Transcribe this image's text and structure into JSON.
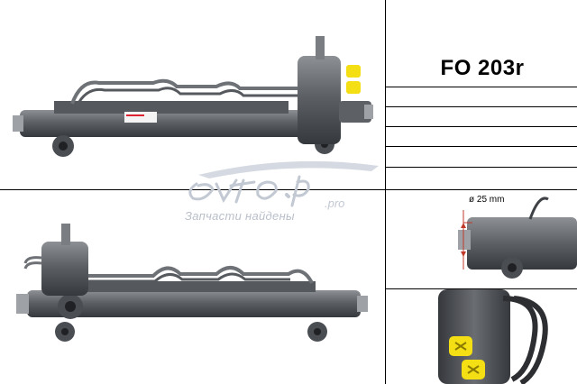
{
  "product": {
    "code": "FO 203r",
    "diameter_label": "ø 25 mm"
  },
  "watermark": {
    "logo_text": "avto.pro",
    "tagline": "Запчасти найдены",
    "color": "#b9bfca"
  },
  "colors": {
    "body": "#5b5e63",
    "body_dark": "#3e4145",
    "body_light": "#8a8d92",
    "cap_yellow": "#f3df13",
    "dimension_red": "#c0392b"
  },
  "images": {
    "top": "steering-rack-top-view",
    "bottom": "steering-rack-bottom-view",
    "detail_end": "rack-end-detail",
    "detail_valve": "valve-detail"
  }
}
